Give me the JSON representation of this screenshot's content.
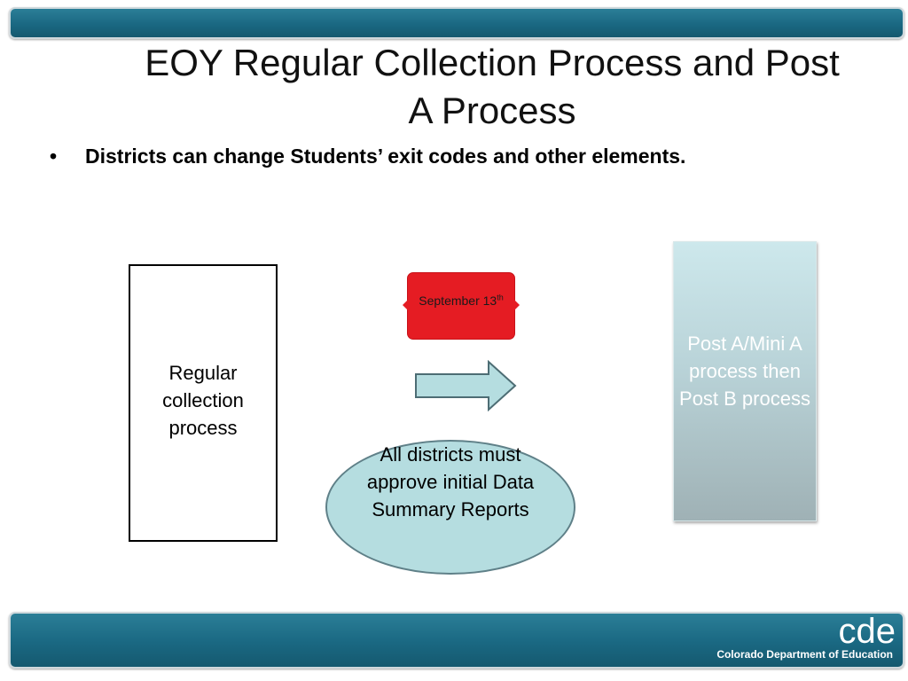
{
  "slide": {
    "title": "EOY Regular Collection Process and Post A Process",
    "bullet_marker": "•",
    "bullet_text": "Districts can change Students’ exit codes and other elements."
  },
  "diagram": {
    "regular_box": "Regular collection process",
    "date_badge": {
      "text": "September 13",
      "superscript": "th",
      "color": "#e51c23"
    },
    "ellipse_text": "All districts must approve initial Data Summary Reports",
    "post_box": "Post A/Mini A process then Post B process"
  },
  "footer": {
    "logo_text": "cde",
    "org_name": "Colorado Department of Education"
  },
  "colors": {
    "bar": "#1a6882",
    "ellipse_fill": "#b5dde0",
    "arrow_fill": "#b5dde0"
  }
}
